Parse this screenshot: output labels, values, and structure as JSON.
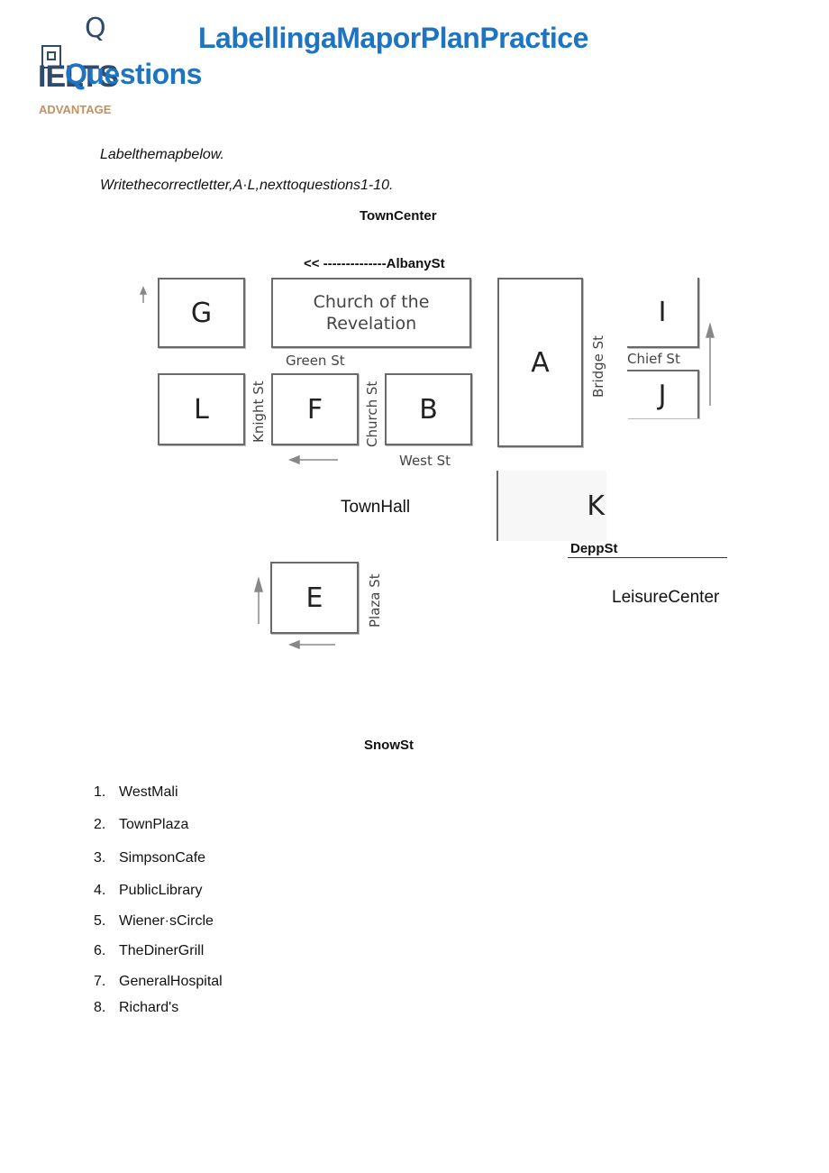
{
  "logo": {
    "q": "Q",
    "wordmark": "IELTS",
    "tagline": "ADVANTAGE"
  },
  "title": {
    "line1": "LabellingaMaporPlanPractice",
    "line2": "Questions"
  },
  "instructions": {
    "line1": "Labelthemapbelow.",
    "line2": "Writethecorrectletter,A·L,nexttoquestions1-10."
  },
  "labels": {
    "town_center": "TownCenter",
    "albany": "<< --------------AlbanySt",
    "town_hall": "TownHall",
    "depp": "DeppSt",
    "leisure": "LeisureCenter",
    "snow": "SnowSt"
  },
  "map": {
    "blocks": {
      "g": "G",
      "church": "Church of the Revelation",
      "a": "A",
      "i": "I",
      "l": "L",
      "f": "F",
      "b": "B",
      "j": "J",
      "k": "K",
      "e": "E"
    },
    "streets": {
      "green": "Green St",
      "knight": "Knight St",
      "church_st": "Church St",
      "west": "West St",
      "bridge": "Bridge St",
      "chief": "Chief St",
      "plaza": "Plaza St"
    }
  },
  "questions": [
    {
      "num": "1.",
      "text": "WestMali"
    },
    {
      "num": "2.",
      "text": "TownPlaza"
    },
    {
      "num": "3.",
      "text": "SimpsonCafe"
    },
    {
      "num": "4.",
      "text": "PublicLibrary"
    },
    {
      "num": "5.",
      "text": "Wiener·sCircle"
    },
    {
      "num": "6.",
      "text": "TheDinerGrill"
    },
    {
      "num": "7.",
      "text": "GeneralHospital"
    },
    {
      "num": "8.",
      "text": "Richard's"
    }
  ]
}
